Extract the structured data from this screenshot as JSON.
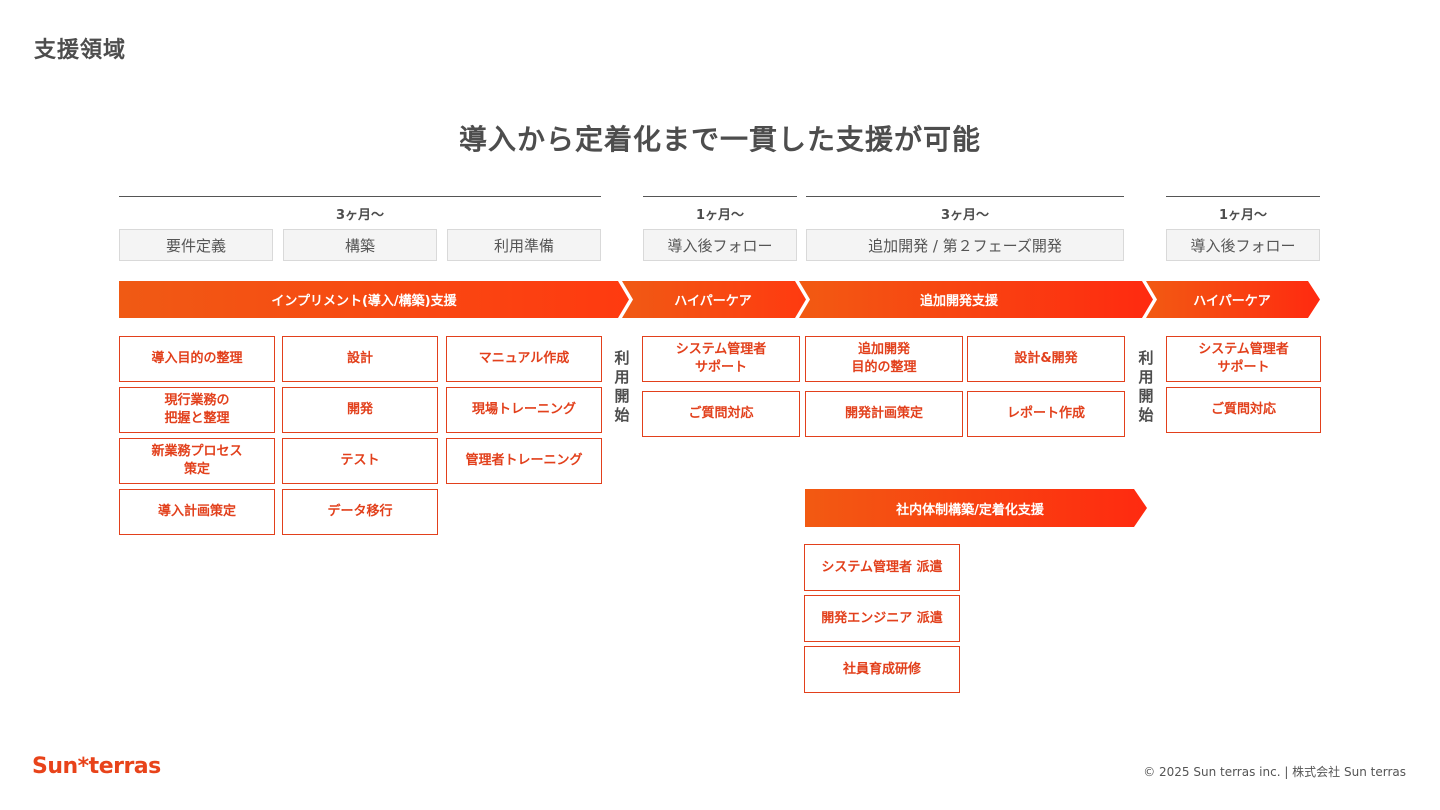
{
  "section_title": "支援領域",
  "main_title": "導入から定着化まで一貫した支援が可能",
  "periods": [
    "3ヶ月〜",
    "1ヶ月〜",
    "3ヶ月〜",
    "1ヶ月〜"
  ],
  "phases": [
    "要件定義",
    "構築",
    "利用準備",
    "導入後フォロー",
    "追加開発 / 第２フェーズ開発",
    "導入後フォロー"
  ],
  "arrows": [
    "インプリメント(導入/構築)支援",
    "ハイパーケア",
    "追加開発支援",
    "ハイパーケア",
    "社内体制構築/定着化支援"
  ],
  "milestone": "利\n用\n開\n始",
  "tasks": {
    "col1": [
      "導入目的の整理",
      "現行業務の\n把握と整理",
      "新業務プロセス\n策定",
      "導入計画策定"
    ],
    "col2": [
      "設計",
      "開発",
      "テスト",
      "データ移行"
    ],
    "col3": [
      "マニュアル作成",
      "現場トレーニング",
      "管理者トレーニング"
    ],
    "col4": [
      "システム管理者\nサポート",
      "ご質問対応"
    ],
    "col5": [
      "追加開発\n目的の整理",
      "開発計画策定"
    ],
    "col6": [
      "設計&開発",
      "レポート作成"
    ],
    "col7": [
      "システム管理者\nサポート",
      "ご質問対応"
    ],
    "col8": [
      "システム管理者 派遣",
      "開発エンジニア 派遣",
      "社員育成研修"
    ]
  },
  "footer": {
    "logo": "Sun*terras",
    "copyright": "© 2025 Sun terras inc. | 株式会社 Sun terras"
  },
  "colors": {
    "accent": "#e2401c",
    "gradient_start": "#f05a14",
    "gradient_end": "#ff2a10"
  }
}
